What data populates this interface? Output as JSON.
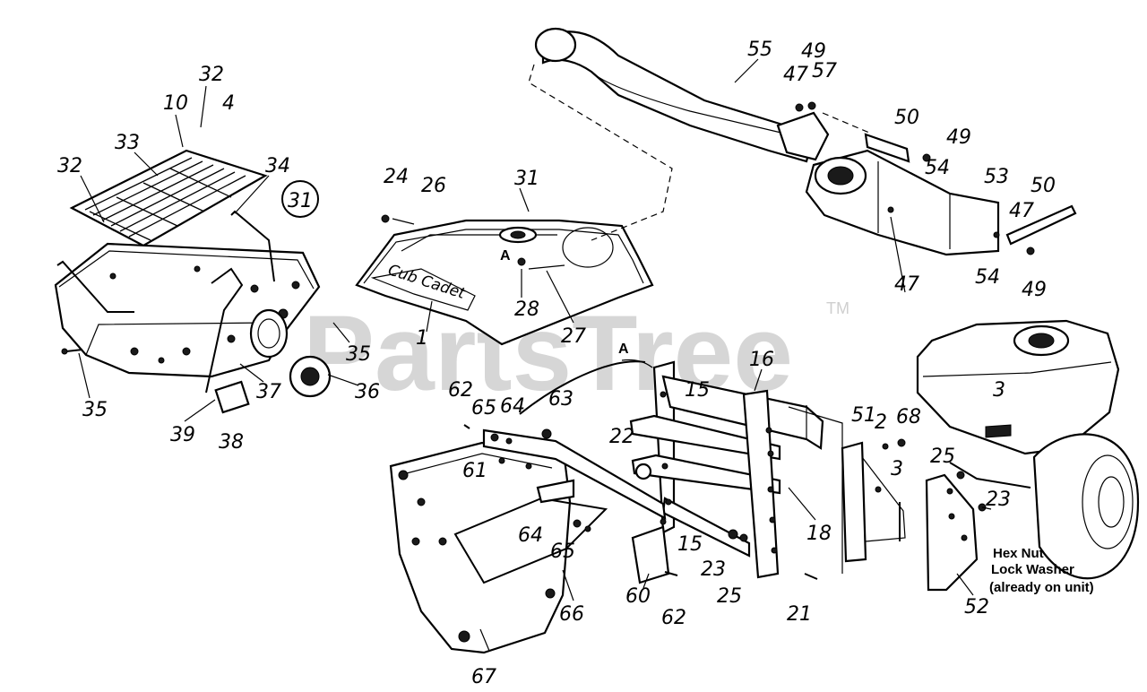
{
  "watermark": {
    "text": "PartsTree",
    "tm": "TM"
  },
  "brand_logo": "Cub Cadet",
  "reference_marks": [
    "A",
    "A"
  ],
  "group_label": "31",
  "note_lines": [
    "Hex Nut",
    "Lock Washer",
    "(already on unit)"
  ],
  "callouts": [
    "55",
    "49",
    "47",
    "57",
    "50",
    "49",
    "54",
    "53",
    "50",
    "47",
    "54",
    "49",
    "47",
    "32",
    "10",
    "4",
    "33",
    "32",
    "34",
    "31",
    "24",
    "26",
    "31",
    "28",
    "27",
    "1",
    "35",
    "35",
    "37",
    "36",
    "39",
    "38",
    "16",
    "15",
    "62",
    "65",
    "64",
    "63",
    "61",
    "22",
    "51",
    "2",
    "68",
    "3",
    "3",
    "25",
    "23",
    "18",
    "15",
    "64",
    "65",
    "23",
    "25",
    "60",
    "62",
    "66",
    "21",
    "52",
    "67"
  ]
}
